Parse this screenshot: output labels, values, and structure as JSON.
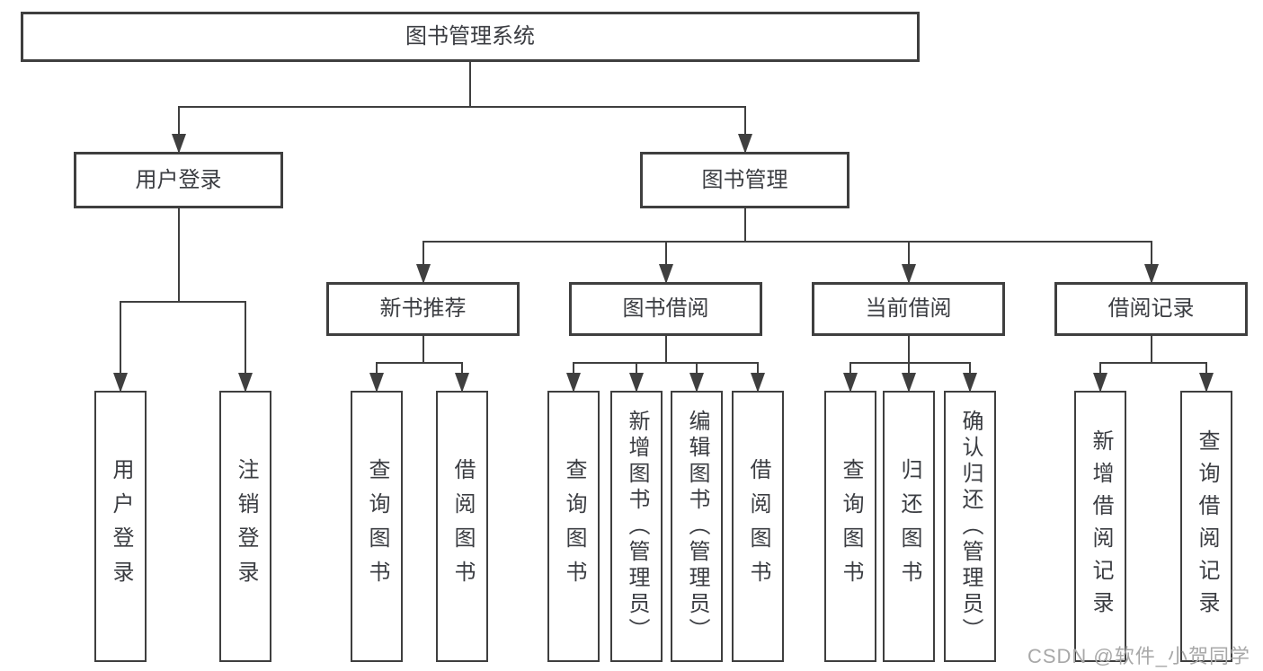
{
  "diagram": {
    "title": "图书管理系统",
    "colors": {
      "background": "#ffffff",
      "line": "#3f3f3f",
      "box_border": "#3f3f3f",
      "text": "#3b3d42",
      "watermark": "#a8a8a8"
    },
    "watermark": {
      "text": "CSDN @软件_小贺同学"
    },
    "nodes": [
      {
        "id": "root",
        "label": "图书管理系统",
        "orientation": "horizontal",
        "children": [
          "user-login",
          "book-mgmt"
        ]
      },
      {
        "id": "user-login",
        "label": "用户登录",
        "orientation": "horizontal",
        "children": [
          "leaf-user-login",
          "leaf-logout"
        ]
      },
      {
        "id": "book-mgmt",
        "label": "图书管理",
        "orientation": "horizontal",
        "children": [
          "new-book-rec",
          "book-borrow",
          "current-borrow",
          "borrow-records"
        ]
      },
      {
        "id": "new-book-rec",
        "label": "新书推荐",
        "orientation": "horizontal",
        "children": [
          "leaf-nbr-query",
          "leaf-nbr-borrow"
        ]
      },
      {
        "id": "book-borrow",
        "label": "图书借阅",
        "orientation": "horizontal",
        "children": [
          "leaf-bb-query",
          "leaf-bb-add",
          "leaf-bb-edit",
          "leaf-bb-borrow"
        ]
      },
      {
        "id": "current-borrow",
        "label": "当前借阅",
        "orientation": "horizontal",
        "children": [
          "leaf-cb-query",
          "leaf-cb-return",
          "leaf-cb-confirm"
        ]
      },
      {
        "id": "borrow-records",
        "label": "借阅记录",
        "orientation": "horizontal",
        "children": [
          "leaf-br-add",
          "leaf-br-query"
        ]
      },
      {
        "id": "leaf-user-login",
        "label": "用户登录",
        "orientation": "vertical",
        "children": []
      },
      {
        "id": "leaf-logout",
        "label": "注销登录",
        "orientation": "vertical",
        "children": []
      },
      {
        "id": "leaf-nbr-query",
        "label": "查询图书",
        "orientation": "vertical",
        "children": []
      },
      {
        "id": "leaf-nbr-borrow",
        "label": "借阅图书",
        "orientation": "vertical",
        "children": []
      },
      {
        "id": "leaf-bb-query",
        "label": "查询图书",
        "orientation": "vertical",
        "children": []
      },
      {
        "id": "leaf-bb-add",
        "label": "新增图书（管理员）",
        "orientation": "vertical",
        "children": []
      },
      {
        "id": "leaf-bb-edit",
        "label": "编辑图书（管理员）",
        "orientation": "vertical",
        "children": []
      },
      {
        "id": "leaf-bb-borrow",
        "label": "借阅图书",
        "orientation": "vertical",
        "children": []
      },
      {
        "id": "leaf-cb-query",
        "label": "查询图书",
        "orientation": "vertical",
        "children": []
      },
      {
        "id": "leaf-cb-return",
        "label": "归还图书",
        "orientation": "vertical",
        "children": []
      },
      {
        "id": "leaf-cb-confirm",
        "label": "确认归还（管理员）",
        "orientation": "vertical",
        "children": []
      },
      {
        "id": "leaf-br-add",
        "label": "新增借阅记录",
        "orientation": "vertical",
        "children": []
      },
      {
        "id": "leaf-br-query",
        "label": "查询借阅记录",
        "orientation": "vertical",
        "children": []
      }
    ]
  }
}
